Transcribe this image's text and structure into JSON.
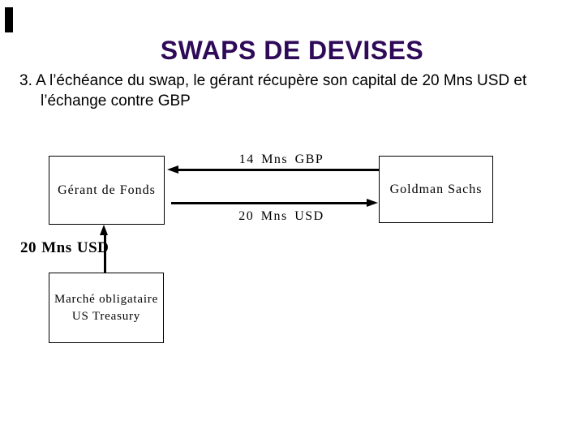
{
  "slide": {
    "title": "SWAPS DE DEVISES",
    "body": {
      "line1": "3. A l’échéance du swap, le gérant récupère son capital de 20 Mns USD et",
      "line2": "l’échange contre GBP"
    }
  },
  "diagram": {
    "boxes": {
      "gerant": {
        "label": "Gérant de Fonds"
      },
      "goldman": {
        "label": "Goldman Sachs"
      },
      "marche": {
        "label_line1": "Marché obligataire",
        "label_line2": "US Treasury"
      }
    },
    "arrows": {
      "top": {
        "label": "14 Mns GBP",
        "direction": "goldman-to-gerant"
      },
      "bottom": {
        "label": "20 Mns USD",
        "direction": "gerant-to-goldman"
      },
      "vertical": {
        "label": "20 Mns USD",
        "direction": "marche-to-gerant"
      }
    }
  },
  "colors": {
    "title": "#2e0a58",
    "text": "#000000",
    "stroke": "#000000",
    "background": "#ffffff"
  }
}
